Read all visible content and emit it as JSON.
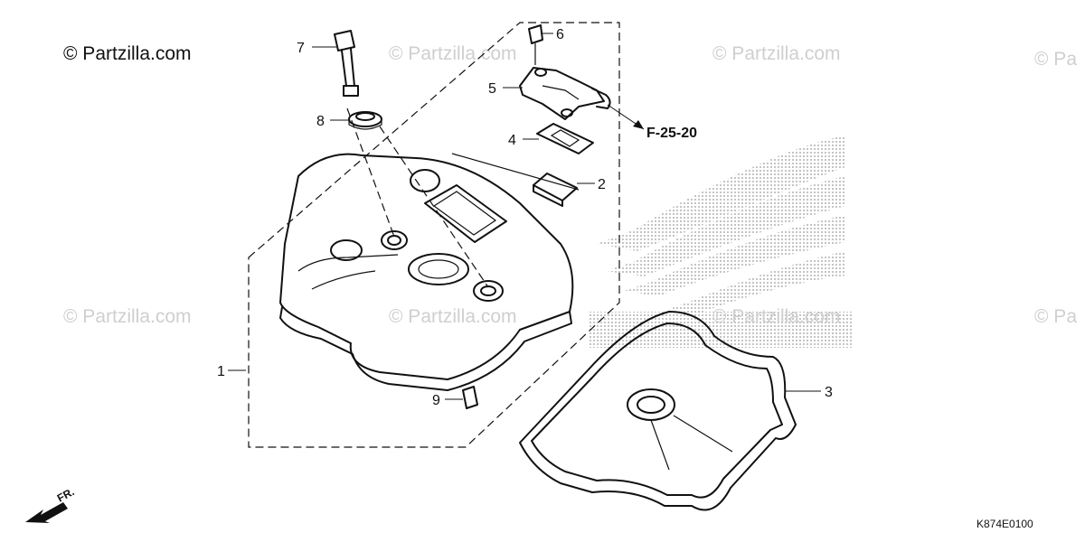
{
  "copyright": "© Partzilla.com",
  "watermarks": [
    "© Partzilla.com",
    "© Partzilla.com",
    "© Partzilla.com",
    "© Pa",
    "© Partzilla.com",
    "© Partzilla.com",
    "© Partzilla.com",
    "© Pa"
  ],
  "callouts": [
    "1",
    "2",
    "3",
    "4",
    "5",
    "6",
    "7",
    "8",
    "9"
  ],
  "reference_code": "F-25-20",
  "front_indicator": "FR.",
  "diagram_code": "K874E0100",
  "colors": {
    "ink": "#111111",
    "watermark": "#cfcfcf",
    "logo_dots": "#9a9a9a"
  }
}
